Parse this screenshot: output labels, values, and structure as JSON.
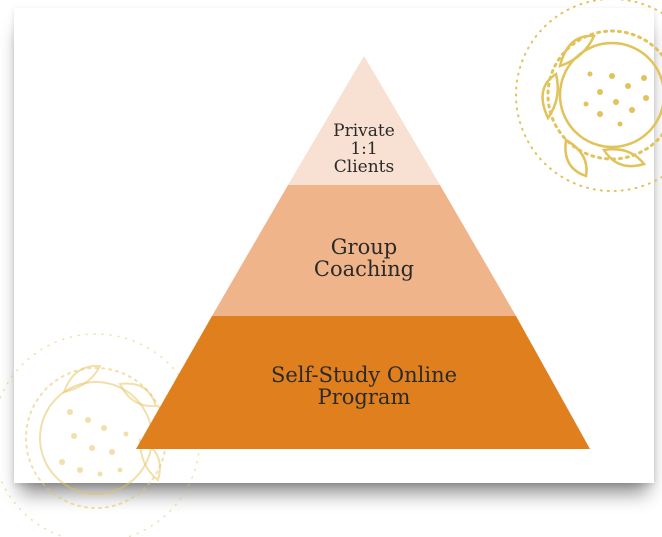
{
  "colors": {
    "top_tier": "#f8e0d2",
    "middle_tier": "#efb48a",
    "bottom_tier": "#df7f1e",
    "ornament": "#e2c25a",
    "background": "#ffffff",
    "text": "#2a2a2a"
  },
  "pyramid": {
    "tiers": [
      {
        "name": "top",
        "lines": [
          "Private",
          "1:1",
          "Clients"
        ]
      },
      {
        "name": "middle",
        "lines": [
          "Group",
          "Coaching"
        ]
      },
      {
        "name": "bottom",
        "lines": [
          "Self-Study Online",
          "Program"
        ]
      }
    ]
  },
  "decorations": {
    "top_right": "mandala-ornament-icon",
    "bottom_left": "mandala-ornament-icon"
  }
}
